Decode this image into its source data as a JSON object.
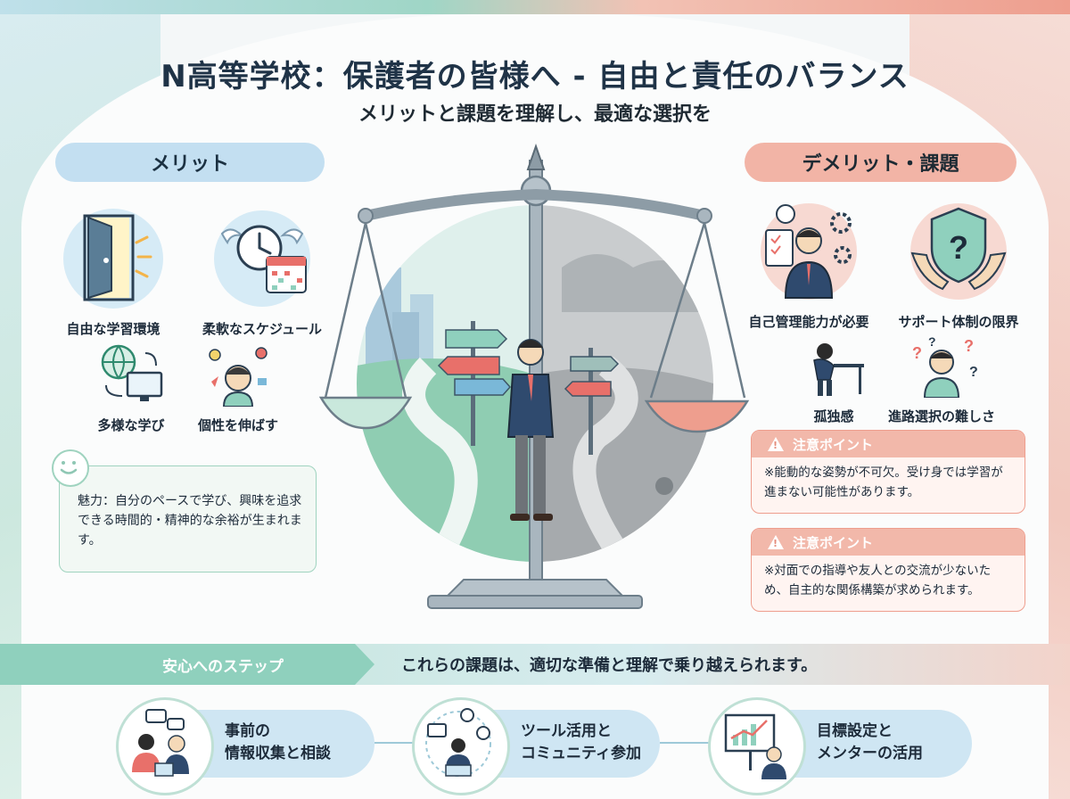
{
  "title": "N高等学校：保護者の皆様へ - 自由と責任のバランス",
  "subtitle": "メリットと課題を理解し、最適な選択を",
  "merit": {
    "heading": "メリット",
    "items": [
      {
        "label": "自由な学習環境",
        "icon": "open-door-icon"
      },
      {
        "label": "柔軟なスケジュール",
        "icon": "winged-clock-calendar-icon"
      },
      {
        "label": "多様な学び",
        "icon": "globe-computer-icon"
      },
      {
        "label": "個性を伸ばす",
        "icon": "student-ideas-icon"
      }
    ],
    "appeal": "魅力：自分のペースで学び、興味を追求できる時間的・精神的な余裕が生まれます。"
  },
  "demerit": {
    "heading": "デメリット・課題",
    "items": [
      {
        "label": "自己管理能力が必要",
        "icon": "manager-checklist-icon"
      },
      {
        "label": "サポート体制の限界",
        "icon": "shield-question-icon"
      },
      {
        "label": "孤独感",
        "icon": "lonely-student-icon"
      },
      {
        "label": "進路選択の難しさ",
        "icon": "confused-student-icon"
      }
    ],
    "cautions": [
      {
        "title": "注意ポイント",
        "text": "※能動的な姿勢が不可欠。受け身では学習が進まない可能性があります。"
      },
      {
        "title": "注意ポイント",
        "text": "※対面での指導や友人との交流が少ないため、自主的な関係構築が求められます。"
      }
    ]
  },
  "steps": {
    "tag": "安心へのステップ",
    "message": "これらの課題は、適切な準備と理解で乗り越えられます。",
    "items": [
      {
        "line1": "事前の",
        "line2": "情報収集と相談",
        "icon": "consultation-icon"
      },
      {
        "line1": "ツール活用と",
        "line2": "コミュニティ参加",
        "icon": "online-community-icon"
      },
      {
        "line1": "目標設定と",
        "line2": "メンターの活用",
        "icon": "goal-chart-mentor-icon"
      }
    ]
  },
  "colors": {
    "merit": "#c3dff1",
    "demerit": "#f2b4a6",
    "accent_green": "#8fd0bd",
    "navy": "#1f3347"
  }
}
